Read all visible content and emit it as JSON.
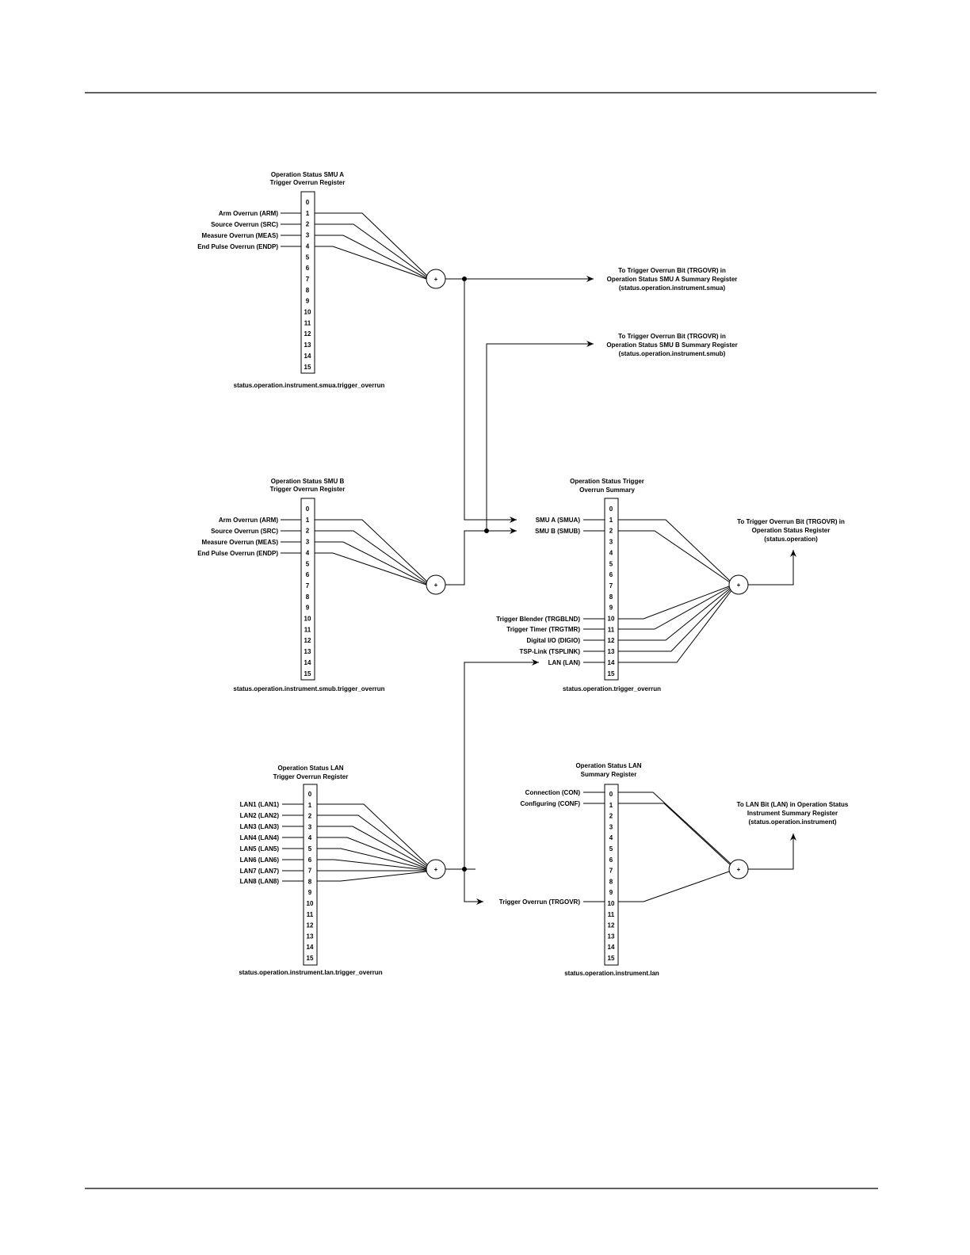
{
  "registers": {
    "smua": {
      "title": [
        "Operation Status SMU A",
        "Trigger Overrun Register"
      ],
      "caption": "status.operation.instrument.smua.trigger_overrun",
      "inputs": [
        {
          "bit": 1,
          "label": "Arm Overrun (ARM)"
        },
        {
          "bit": 2,
          "label": "Source Overrun (SRC)"
        },
        {
          "bit": 3,
          "label": "Measure Overrun (MEAS)"
        },
        {
          "bit": 4,
          "label": "End Pulse Overrun (ENDP)"
        }
      ]
    },
    "smub": {
      "title": [
        "Operation Status SMU B",
        "Trigger Overrun Register"
      ],
      "caption": "status.operation.instrument.smub.trigger_overrun",
      "inputs": [
        {
          "bit": 1,
          "label": "Arm Overrun (ARM)"
        },
        {
          "bit": 2,
          "label": "Source Overrun (SRC)"
        },
        {
          "bit": 3,
          "label": "Measure Overrun (MEAS)"
        },
        {
          "bit": 4,
          "label": "End Pulse Overrun (ENDP)"
        }
      ]
    },
    "lan_trig": {
      "title": [
        "Operation Status LAN",
        "Trigger Overrun Register"
      ],
      "caption": "status.operation.instrument.lan.trigger_overrun",
      "inputs": [
        {
          "bit": 1,
          "label": "LAN1 (LAN1)"
        },
        {
          "bit": 2,
          "label": "LAN2 (LAN2)"
        },
        {
          "bit": 3,
          "label": "LAN3 (LAN3)"
        },
        {
          "bit": 4,
          "label": "LAN4 (LAN4)"
        },
        {
          "bit": 5,
          "label": "LAN5 (LAN5)"
        },
        {
          "bit": 6,
          "label": "LAN6 (LAN6)"
        },
        {
          "bit": 7,
          "label": "LAN7 (LAN7)"
        },
        {
          "bit": 8,
          "label": "LAN8 (LAN8)"
        }
      ]
    },
    "trig_summary": {
      "title": [
        "Operation Status Trigger",
        "Overrun Summary"
      ],
      "caption": "status.operation.trigger_overrun",
      "inputs": [
        {
          "bit": 1,
          "label": "SMU A (SMUA)"
        },
        {
          "bit": 2,
          "label": "SMU B (SMUB)"
        },
        {
          "bit": 10,
          "label": "Trigger Blender (TRGBLND)"
        },
        {
          "bit": 11,
          "label": "Trigger Timer (TRGTMR)"
        },
        {
          "bit": 12,
          "label": "Digital I/O (DIGIO)"
        },
        {
          "bit": 13,
          "label": "TSP-Link (TSPLINK)"
        },
        {
          "bit": 14,
          "label": "LAN (LAN)"
        }
      ]
    },
    "lan_summary": {
      "title": [
        "Operation Status LAN",
        "Summary Register"
      ],
      "caption": "status.operation.instrument.lan",
      "inputs": [
        {
          "bit": 0,
          "label": "Connection (CON)"
        },
        {
          "bit": 1,
          "label": "Configuring (CONF)"
        },
        {
          "bit": 10,
          "label": "Trigger Overrun (TRGOVR)"
        }
      ]
    }
  },
  "bits": [
    "0",
    "1",
    "2",
    "3",
    "4",
    "5",
    "6",
    "7",
    "8",
    "9",
    "10",
    "11",
    "12",
    "13",
    "14",
    "15"
  ],
  "or_symbol": "+",
  "outputs": {
    "smua_summary": [
      "To Trigger Overrun Bit (TRGOVR) in",
      "Operation Status SMU A Summary Register",
      "(status.operation.instrument.smua)"
    ],
    "smub_summary": [
      "To Trigger Overrun Bit (TRGOVR) in",
      "Operation Status SMU B Summary Register",
      "(status.operation.instrument.smub)"
    ],
    "operation": [
      "To Trigger Overrun Bit (TRGOVR) in",
      "Operation Status Register",
      "(status.operation)"
    ],
    "instrument": [
      "To LAN Bit (LAN) in Operation Status",
      "Instrument Summary Register",
      "(status.operation.instrument)"
    ]
  }
}
